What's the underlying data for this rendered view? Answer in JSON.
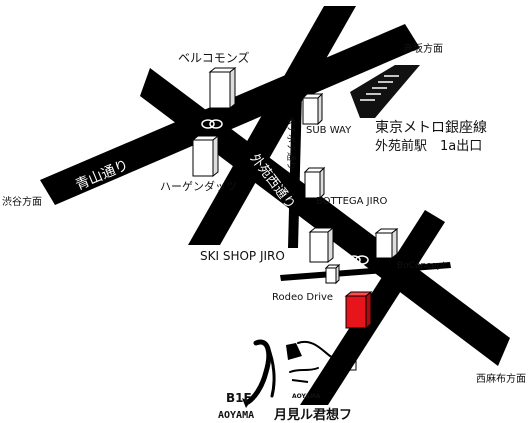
{
  "colors": {
    "road": "#000000",
    "background": "#ffffff",
    "destination": "#e8141b",
    "building": "#ffffff",
    "text": "#111111"
  },
  "roads": {
    "aoyama_dori": "青山通り",
    "gaien_nishi_dori": "外苑西通り",
    "pochi_pochi_dori": "ポチポチ通り"
  },
  "directions": {
    "akasaka": "赤坂方面",
    "shibuya": "渋谷方面",
    "nishiazabu": "西麻布方面"
  },
  "landmarks": {
    "berukomonzu": "ベルコモンズ",
    "haagen_dazs": "ハーゲンダッツ",
    "subway": "SUB WAY",
    "bottega": "BOTTEGA JIRO",
    "ski_shop": "SKI SHOP JIRO",
    "boconcept": "BoConcept",
    "rodeo": "Rodeo Drive"
  },
  "station": {
    "line": "東京メトロ銀座線",
    "exit": "外苑前駅　1a出口"
  },
  "destination": {
    "floor": "B1F",
    "area": "AOYAMA",
    "name": "月見ル君想フ",
    "logo_text": "AOYAMA"
  }
}
